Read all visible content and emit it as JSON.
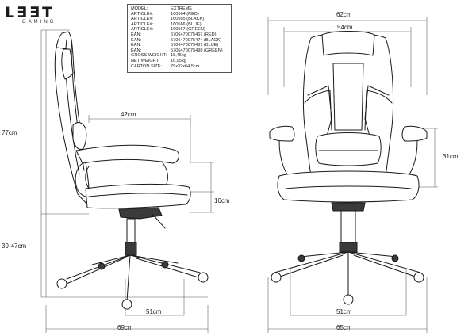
{
  "brand": {
    "logo": "L∃∃T",
    "sub": "GAMING"
  },
  "specs": [
    {
      "k": "MODEL:",
      "v": "EXTREME"
    },
    {
      "k": "ARTICLE#:",
      "v": "160564 (RED)"
    },
    {
      "k": "ARTICLE#:",
      "v": "160565 (BLACK)"
    },
    {
      "k": "ARTICLE#:",
      "v": "160566 (BLUE)"
    },
    {
      "k": "ARTICLE#:",
      "v": "160567 (GREEN)"
    },
    {
      "k": "EAN:",
      "v": "5706470075467 (RED)"
    },
    {
      "k": "EAN:",
      "v": "5706470075474 (BLACK)"
    },
    {
      "k": "EAN:",
      "v": "5706470075481 (BLUE)"
    },
    {
      "k": "EAN:",
      "v": "5706470075498 (GREEN)"
    },
    {
      "k": "GROSS WEIGHT:",
      "v": "18,45kg"
    },
    {
      "k": "NET WEIGHT:",
      "v": "16,95kg"
    },
    {
      "k": "CARTON SIZE:",
      "v": "79x32x64,5cm"
    }
  ],
  "dimensions": {
    "total_height": "77cm",
    "seat_height": "39-47cm",
    "seat_depth": "42cm",
    "armrest_height": "10cm",
    "base_side": "51cm",
    "depth_total": "69cm",
    "width_total": "62cm",
    "backrest_width": "54cm",
    "armrest_to_seat": "31cm",
    "base_front": "51cm",
    "front_total": "65cm"
  }
}
